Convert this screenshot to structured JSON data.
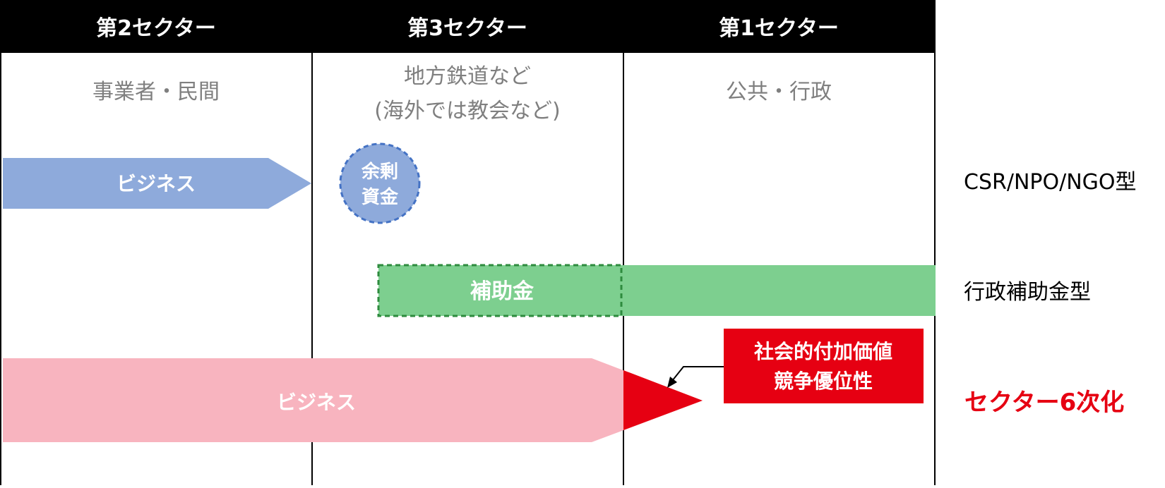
{
  "header": {
    "sector2": "第2セクター",
    "sector3": "第3セクター",
    "sector1": "第1セクター"
  },
  "subtitles": {
    "sector2": "事業者・民間",
    "sector3_line1": "地方鉄道など",
    "sector3_line2": "(海外では教会など)",
    "sector1": "公共・行政"
  },
  "rows": {
    "csr": {
      "arrow_label": "ビジネス",
      "circle_line1": "余剰",
      "circle_line2": "資金",
      "type_label": "CSR/NPO/NGO型"
    },
    "subsidy": {
      "bar_label": "補助金",
      "type_label": "行政補助金型"
    },
    "sector6": {
      "arrow_label": "ビジネス",
      "callout_line1": "社会的付加価値",
      "callout_line2": "競争優位性",
      "type_label": "セクター6次化"
    }
  },
  "colors": {
    "header_bg": "#000000",
    "header_text": "#ffffff",
    "subtitle_text": "#7f7f7f",
    "blue": "#8eaadb",
    "blue_border": "#4472c4",
    "green": "#7dcf8f",
    "green_border": "#2e8b3e",
    "pink": "#f8b4bf",
    "red": "#e60012",
    "label_red": "#e60012"
  }
}
